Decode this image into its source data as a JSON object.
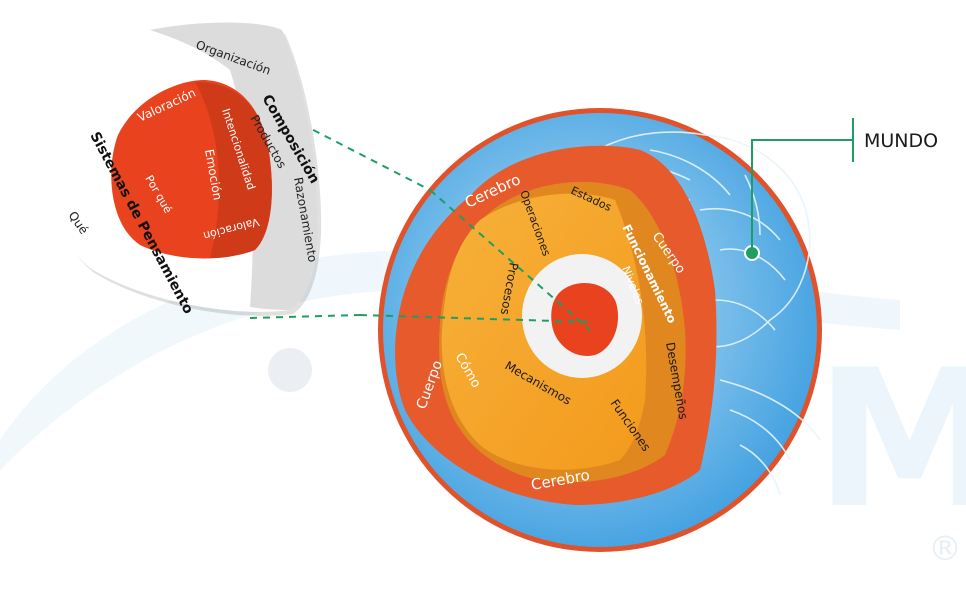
{
  "colors": {
    "ocean": "#4aa8e3",
    "ocean_light": "#bfe3f7",
    "crust": "#e65a2c",
    "mantle_dark": "#dd7d22",
    "mantle": "#f5a623",
    "ring": "#f2f2f2",
    "core": "#e8431e",
    "leader_green": "#1f9e63",
    "watermark": "#e9f4fb"
  },
  "labels": {
    "mundo": "MUNDO",
    "cerebro_top": "Cerebro",
    "cerebro_bottom": "Cerebro",
    "cuerpo_left": "Cuerpo",
    "cuerpo_right": "Cuerpo",
    "operaciones": "Operaciones",
    "estados": "Estados",
    "funcionamiento": "Funcionamiento",
    "niveles": "Niveles",
    "procesos": "Procesos",
    "como": "Cómo",
    "mecanismos": "Mecanismos",
    "funciones": "Funciones",
    "desempenos": "Desempeños"
  },
  "callout": {
    "organizacion": "Organización",
    "composicion": "Composición",
    "productos": "Productos",
    "razonamiento": "Razonamiento",
    "sistemas": "Sistemas de Pensamiento",
    "que": "Qué",
    "valoracion_top": "Valoración",
    "intencionalidad": "Intencionalidad",
    "emocion": "Emoción",
    "por_que": "Por qué",
    "valoracion_bottom": "Valoración"
  },
  "watermark": {
    "letter": "M",
    "registered": "®"
  }
}
